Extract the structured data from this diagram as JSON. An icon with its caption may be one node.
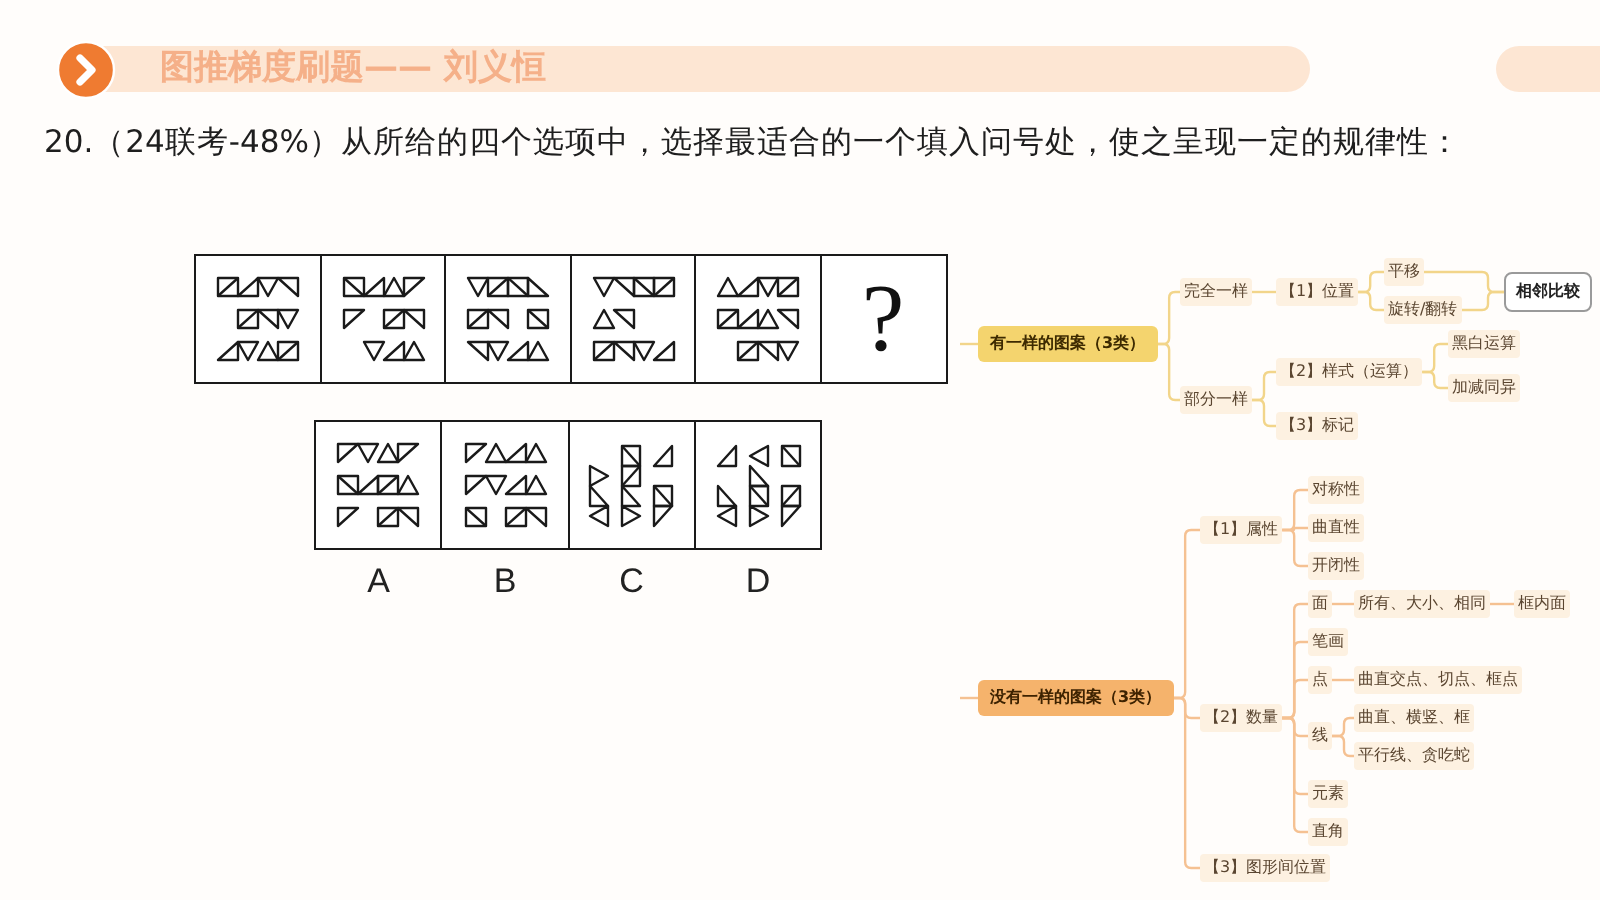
{
  "diagram": {
    "title": "图推梯度刷题—— 刘义恒",
    "nodes": [
      {
        "text": [],
        "shape": "picture"
      },
      {
        "text": [],
        "shape": "picture"
      },
      {
        "text": [],
        "shape": "picture"
      },
      {
        "text": [],
        "shape": "picture"
      },
      {
        "text": [],
        "shape": "picture"
      },
      {
        "text": [
          "?"
        ]
      },
      {
        "text": [],
        "shape": "picture",
        "beside": [
          "A"
        ]
      },
      {
        "text": [],
        "shape": "picture",
        "beside": [
          "B"
        ]
      },
      {
        "text": [],
        "shape": "picture",
        "beside": [
          "C"
        ]
      },
      {
        "text": [],
        "shape": "picture",
        "beside": [
          "D"
        ]
      },
      {
        "text": [
          "有一样的图案（3类）"
        ]
      },
      {
        "text": [
          "完全一样"
        ]
      },
      {
        "text": [
          "【1】位置"
        ]
      },
      {
        "text": [
          "平移"
        ]
      },
      {
        "text": [
          "旋转/翻转"
        ]
      },
      {
        "text": [
          "相邻比较"
        ]
      },
      {
        "text": [
          "部分一样"
        ]
      },
      {
        "text": [
          "【2】样式（运算）"
        ]
      },
      {
        "text": [
          "黑白运算"
        ]
      },
      {
        "text": [
          "加减同异"
        ]
      },
      {
        "text": [
          "【3】标记"
        ]
      },
      {
        "text": [
          "没有一样的图案（3类）"
        ]
      },
      {
        "text": [
          "【1】属性"
        ]
      },
      {
        "text": [
          "对称性"
        ]
      },
      {
        "text": [
          "曲直性"
        ]
      },
      {
        "text": [
          "开闭性"
        ]
      },
      {
        "text": [
          "【2】数量"
        ]
      },
      {
        "text": [
          "面"
        ]
      },
      {
        "text": [
          "所有、大小、相同"
        ]
      },
      {
        "text": [
          "框内面"
        ]
      },
      {
        "text": [
          "笔画"
        ]
      },
      {
        "text": [
          "点"
        ]
      },
      {
        "text": [
          "曲直交点、切点、框点"
        ]
      },
      {
        "text": [
          "线"
        ]
      },
      {
        "text": [
          "曲直、横竖、框"
        ]
      },
      {
        "text": [
          "平行线、贪吃蛇"
        ]
      },
      {
        "text": [
          "元素"
        ]
      },
      {
        "text": [
          "直角"
        ]
      },
      {
        "text": [
          "【3】图形间位置"
        ]
      }
    ],
    "edges": [
      {
        "from": null,
        "to": 10,
        "arrow": "none",
        "color": "#f2d58a"
      },
      {
        "from": 10,
        "to": 11,
        "arrow": "none",
        "color": "#f2d58a"
      },
      {
        "from": 11,
        "to": 12,
        "arrow": "none",
        "color": "#f2d58a"
      },
      {
        "from": 12,
        "to": 13,
        "arrow": "none",
        "color": "#f2d58a"
      },
      {
        "from": 12,
        "to": 14,
        "arrow": "none",
        "color": "#f2d58a"
      },
      {
        "from": 13,
        "to": 15,
        "arrow": "none",
        "color": "#f2d58a"
      },
      {
        "from": 14,
        "to": 15,
        "arrow": "none",
        "color": "#f2d58a"
      },
      {
        "from": 10,
        "to": 16,
        "arrow": "none",
        "color": "#f2d58a"
      },
      {
        "from": 16,
        "to": 17,
        "arrow": "none",
        "color": "#f2d58a"
      },
      {
        "from": 17,
        "to": 18,
        "arrow": "none",
        "color": "#f2d58a"
      },
      {
        "from": 17,
        "to": 19,
        "arrow": "none",
        "color": "#f2d58a"
      },
      {
        "from": 16,
        "to": 20,
        "arrow": "none",
        "color": "#f2d58a"
      },
      {
        "from": null,
        "to": 21,
        "arrow": "none"
      },
      {
        "from": 21,
        "to": 22,
        "arrow": "none"
      },
      {
        "from": 22,
        "to": 23,
        "arrow": "none"
      },
      {
        "from": 22,
        "to": 24,
        "arrow": "none"
      },
      {
        "from": 22,
        "to": 25,
        "arrow": "none"
      },
      {
        "from": 21,
        "to": 26,
        "arrow": "none"
      },
      {
        "from": 26,
        "to": 27,
        "arrow": "none"
      },
      {
        "from": 27,
        "to": 28,
        "arrow": "none"
      },
      {
        "from": 28,
        "to": 29,
        "arrow": "none"
      },
      {
        "from": 26,
        "to": 30,
        "arrow": "none"
      },
      {
        "from": 26,
        "to": 31,
        "arrow": "none"
      },
      {
        "from": 31,
        "to": 32,
        "arrow": "none"
      },
      {
        "from": 26,
        "to": 33,
        "arrow": "none"
      },
      {
        "from": 33,
        "to": 34,
        "arrow": "none"
      },
      {
        "from": 33,
        "to": 35,
        "arrow": "none"
      },
      {
        "from": 26,
        "to": 36,
        "arrow": "none"
      },
      {
        "from": 26,
        "to": 37,
        "arrow": "none"
      },
      {
        "from": 21,
        "to": 38,
        "arrow": "none"
      }
    ],
    "labels": [
      "20.（24联考-48%）从所给的四个选项中，选择最适合的一个填入问号处，使之呈现一定的规律性："
    ]
  }
}
